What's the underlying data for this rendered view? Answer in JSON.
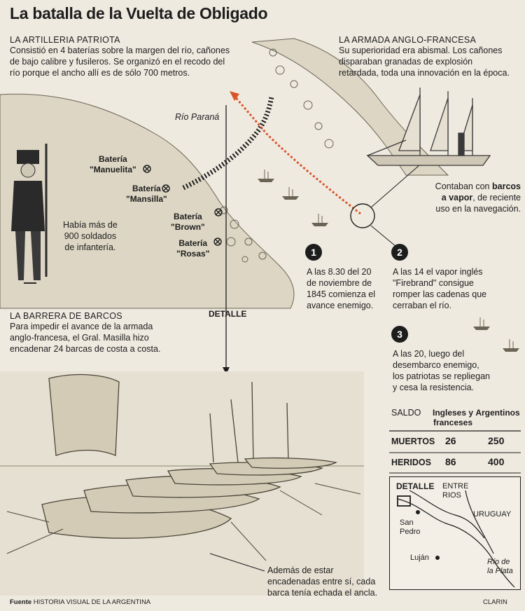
{
  "title": "La batalla de la Vuelta de Obligado",
  "artilleria": {
    "heading": "LA ARTILLERIA PATRIOTA",
    "lines": [
      "Consistió en 4 baterías sobre la margen del río, cañones",
      "de bajo calibre y fusileros. Se organizó en el recodo del",
      "río porque el ancho allí es de sólo 700 metros."
    ]
  },
  "armada": {
    "heading": "LA ARMADA ANGLO-FRANCESA",
    "lines": [
      "Su superioridad era abismal. Los cañones",
      "disparaban granadas de explosión",
      "retardada, toda una innovación en la época."
    ]
  },
  "map": {
    "river": "Río Paraná",
    "baterias": [
      {
        "l1": "Batería",
        "l2": "\"Manuelita\""
      },
      {
        "l1": "Batería",
        "l2": "\"Mansilla\""
      },
      {
        "l1": "Batería",
        "l2": "\"Brown\""
      },
      {
        "l1": "Batería",
        "l2": "\"Rosas\""
      }
    ],
    "detalle": "DETALLE"
  },
  "soldados": [
    "Había más de",
    "900 soldados",
    "de infantería."
  ],
  "barcos_vapor": {
    "pre": "Contaban con",
    "bold1": "barcos",
    "bold2": "a vapor",
    "rest1": ", de reciente",
    "rest2": "uso en la navegación."
  },
  "steps": [
    {
      "n": "1",
      "lines": [
        "A las 8.30 del 20",
        "de noviembre de",
        "1845 comienza el",
        "avance enemigo."
      ]
    },
    {
      "n": "2",
      "lines": [
        "A las 14 el vapor inglés",
        "\"Firebrand\" consigue",
        "romper las cadenas que",
        "cerraban el río."
      ]
    },
    {
      "n": "3",
      "lines": [
        "A las 20, luego del",
        "desembarco enemigo,",
        "los patriotas se repliegan",
        "y cesa la resistencia."
      ]
    }
  ],
  "barrera": {
    "heading": "LA BARRERA DE BARCOS",
    "lines": [
      "Para impedir el avance de la armada",
      "anglo-francesa, el Gral. Masilla hizo",
      "encadenar 24 barcas de costa a costa."
    ]
  },
  "saldo": {
    "title": "SALDO",
    "col1": [
      "Ingleses y",
      "franceses"
    ],
    "col2": "Argentinos",
    "rows": [
      {
        "label": "MUERTOS",
        "a": "26",
        "b": "250"
      },
      {
        "label": "HERIDOS",
        "a": "86",
        "b": "400"
      }
    ]
  },
  "inset": {
    "detalle": "DETALLE",
    "entre_rios": [
      "ENTRE",
      "RIOS"
    ],
    "uruguay": "URUGUAY",
    "san_pedro": [
      "San",
      "Pedro"
    ],
    "lujan": "Luján",
    "rio_plata": [
      "Río de",
      "la Plata"
    ]
  },
  "caption": [
    "Además de estar",
    "encadenadas entre sí, cada",
    "barca tenía echada el ancla."
  ],
  "footer": {
    "fuente_label": "Fuente",
    "fuente": "HISTORIA VISUAL DE LA ARGENTINA",
    "credit": "CLARIN"
  },
  "colors": {
    "paper": "#efeae0",
    "land": "#ddd6c4",
    "ink": "#1d1d1d",
    "route": "#d8542a"
  }
}
